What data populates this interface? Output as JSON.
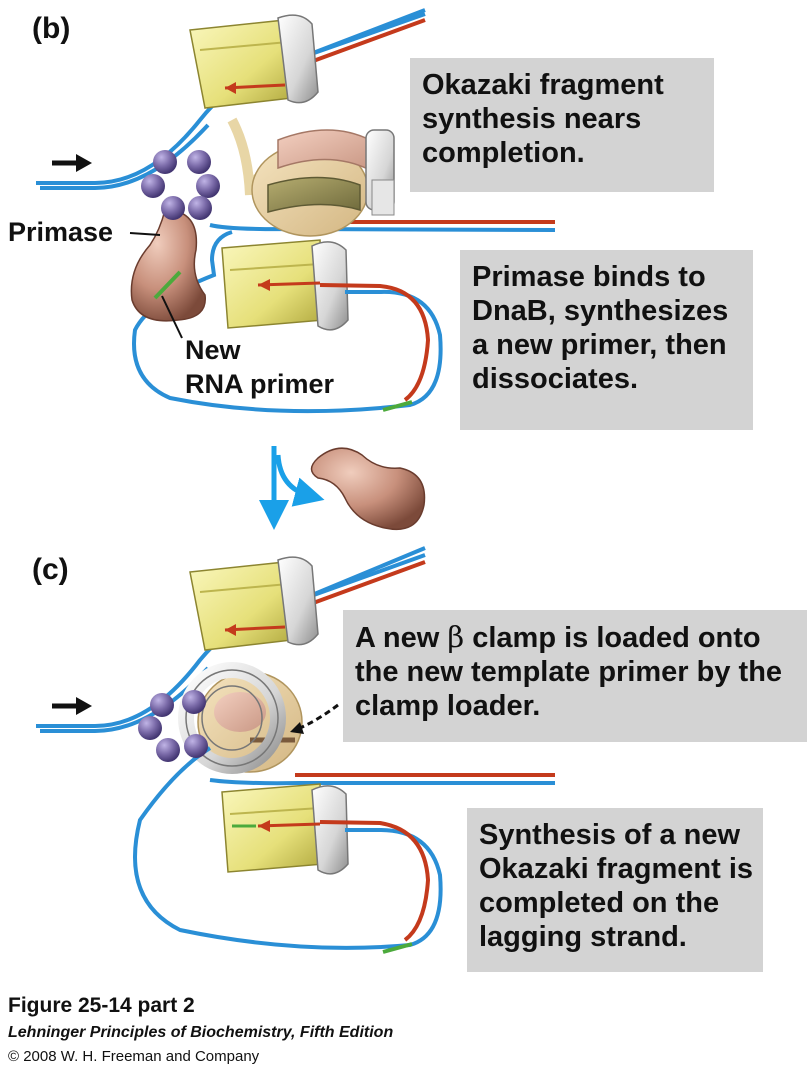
{
  "panels": {
    "b": {
      "label": "(b)",
      "box1": [
        "Okazaki fragment",
        "synthesis nears",
        "completion."
      ],
      "box2": [
        "Primase binds to",
        "DnaB, synthesizes",
        "a new primer, then",
        "dissociates."
      ],
      "primase_label": "Primase",
      "primer_label": [
        "New",
        "RNA primer"
      ]
    },
    "c": {
      "label": "(c)",
      "box1_line1_pre": "A new ",
      "box1_beta": "β",
      "box1_line1_post": " clamp is loaded onto",
      "box1_rest": [
        "the new template primer by the",
        "clamp loader."
      ],
      "box2": [
        "Synthesis of a new",
        "Okazaki fragment is",
        "completed on the",
        "lagging strand."
      ]
    }
  },
  "caption": {
    "figure": "Figure 25-14 part 2",
    "book": "Lehninger Principles of Biochemistry, Fifth Edition",
    "copyright": "© 2008 W. H. Freeman and Company"
  },
  "colors": {
    "template_strand": "#2a8fd6",
    "new_strand": "#c43a1c",
    "rna_primer": "#4caa3c",
    "text_box": "#d3d3d3",
    "polymerase": "#e8e27a",
    "primase": "#c8907c",
    "dnab_helicase": "#7a6aa8",
    "clamp": "#d8d8d8",
    "flow_arrow": "#1aa0e8"
  }
}
